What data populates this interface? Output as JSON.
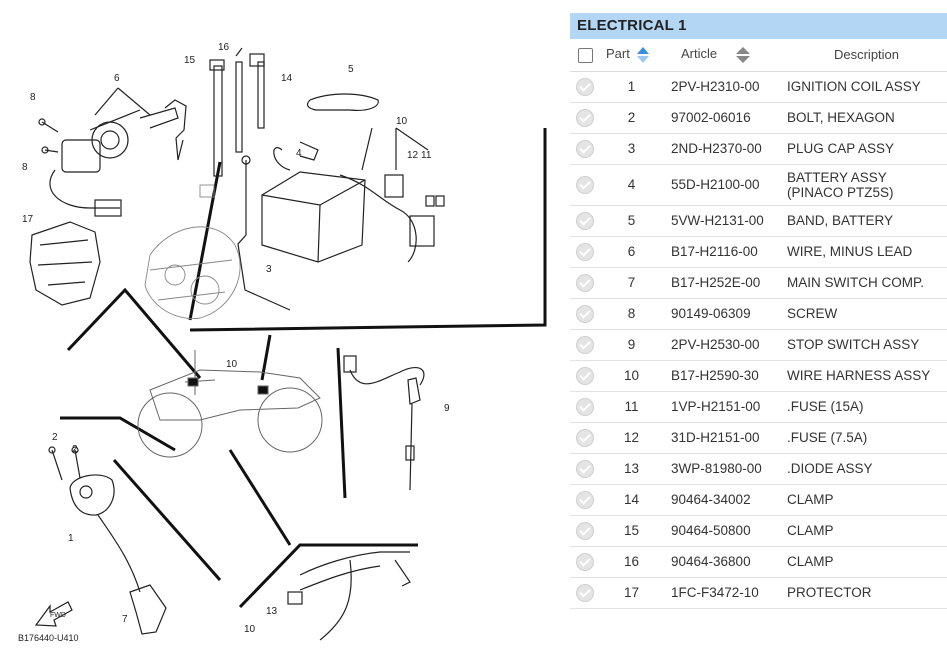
{
  "diagram": {
    "code": "B176440-U410",
    "fwd_label": "FWD",
    "callouts": [
      "1",
      "2",
      "2",
      "3",
      "4",
      "5",
      "6",
      "7",
      "8",
      "8",
      "9",
      "10",
      "10",
      "10",
      "11",
      "12",
      "13",
      "14",
      "15",
      "16",
      "17"
    ]
  },
  "panel": {
    "title": "ELECTRICAL 1",
    "columns": {
      "part": "Part",
      "article": "Article",
      "description": "Description"
    },
    "rows": [
      {
        "part": "1",
        "article": "2PV-H2310-00",
        "description": "IGNITION COIL ASSY"
      },
      {
        "part": "2",
        "article": "97002-06016",
        "description": "BOLT, HEXAGON"
      },
      {
        "part": "3",
        "article": "2ND-H2370-00",
        "description": "PLUG CAP ASSY"
      },
      {
        "part": "4",
        "article": "55D-H2100-00",
        "description": "BATTERY ASSY (PINACO PTZ5S)"
      },
      {
        "part": "5",
        "article": "5VW-H2131-00",
        "description": "BAND, BATTERY"
      },
      {
        "part": "6",
        "article": "B17-H2116-00",
        "description": "WIRE, MINUS LEAD"
      },
      {
        "part": "7",
        "article": "B17-H252E-00",
        "description": "MAIN SWITCH COMP."
      },
      {
        "part": "8",
        "article": "90149-06309",
        "description": "SCREW"
      },
      {
        "part": "9",
        "article": "2PV-H2530-00",
        "description": "STOP SWITCH ASSY"
      },
      {
        "part": "10",
        "article": "B17-H2590-30",
        "description": "WIRE HARNESS ASSY"
      },
      {
        "part": "11",
        "article": "1VP-H2151-00",
        "description": ".FUSE (15A)"
      },
      {
        "part": "12",
        "article": "31D-H2151-00",
        "description": ".FUSE (7.5A)"
      },
      {
        "part": "13",
        "article": "3WP-81980-00",
        "description": ".DIODE ASSY"
      },
      {
        "part": "14",
        "article": "90464-34002",
        "description": "CLAMP"
      },
      {
        "part": "15",
        "article": "90464-50800",
        "description": "CLAMP"
      },
      {
        "part": "16",
        "article": "90464-36800",
        "description": "CLAMP"
      },
      {
        "part": "17",
        "article": "1FC-F3472-10",
        "description": "PROTECTOR"
      }
    ]
  }
}
